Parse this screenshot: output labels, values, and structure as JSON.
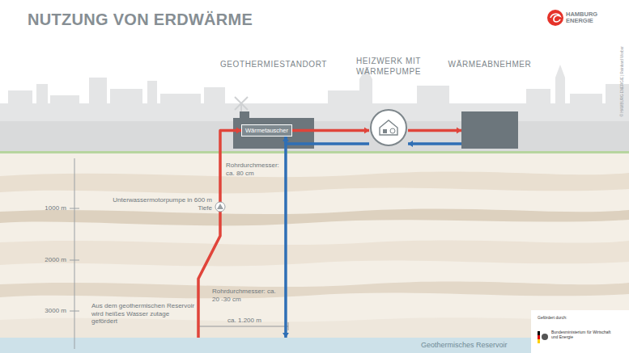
{
  "diagram": {
    "title": "NUTZUNG VON ERDWÄRME",
    "nodes": [
      {
        "text": [
          "GEOTHERMIESTANDORT"
        ]
      },
      {
        "text": [
          "Wärmetauscher"
        ],
        "in": 0
      },
      {
        "text": [
          "HEIZWERK MIT WÄRMEPUMPE"
        ]
      },
      {
        "text": [
          "WÄRMEABNEHMER"
        ]
      },
      {
        "text": [
          "Geothermisches Reservoir"
        ]
      }
    ],
    "edges": [
      {
        "from": 4,
        "to": 1,
        "arrow": "to"
      },
      {
        "from": 1,
        "to": 4,
        "arrow": "to"
      },
      {
        "from": 1,
        "to": 2,
        "arrow": "to"
      },
      {
        "from": 2,
        "to": 3,
        "arrow": "to"
      },
      {
        "from": 3,
        "to": 2,
        "arrow": "to"
      },
      {
        "from": 2,
        "to": 1,
        "arrow": "to"
      }
    ],
    "labels": [
      "HAMBURG ENERGIE",
      "© HAMBURG ENERGIE | Reinhard Werber",
      "Rohrdurchmesser: ca. 80 cm",
      "Unterwassermotorpumpe in 600 m Tiefe",
      "1000 m",
      "2000 m",
      "3000 m",
      "Rohrdurchmesser: ca. 20 -30 cm",
      "Aus dem geothermischen Reservoir wird heißes Wasser zutage gefördert",
      "ca. 1.200 m",
      "Gefördert durch:",
      "Bundesministerium für Wirtschaft und Energie"
    ]
  }
}
